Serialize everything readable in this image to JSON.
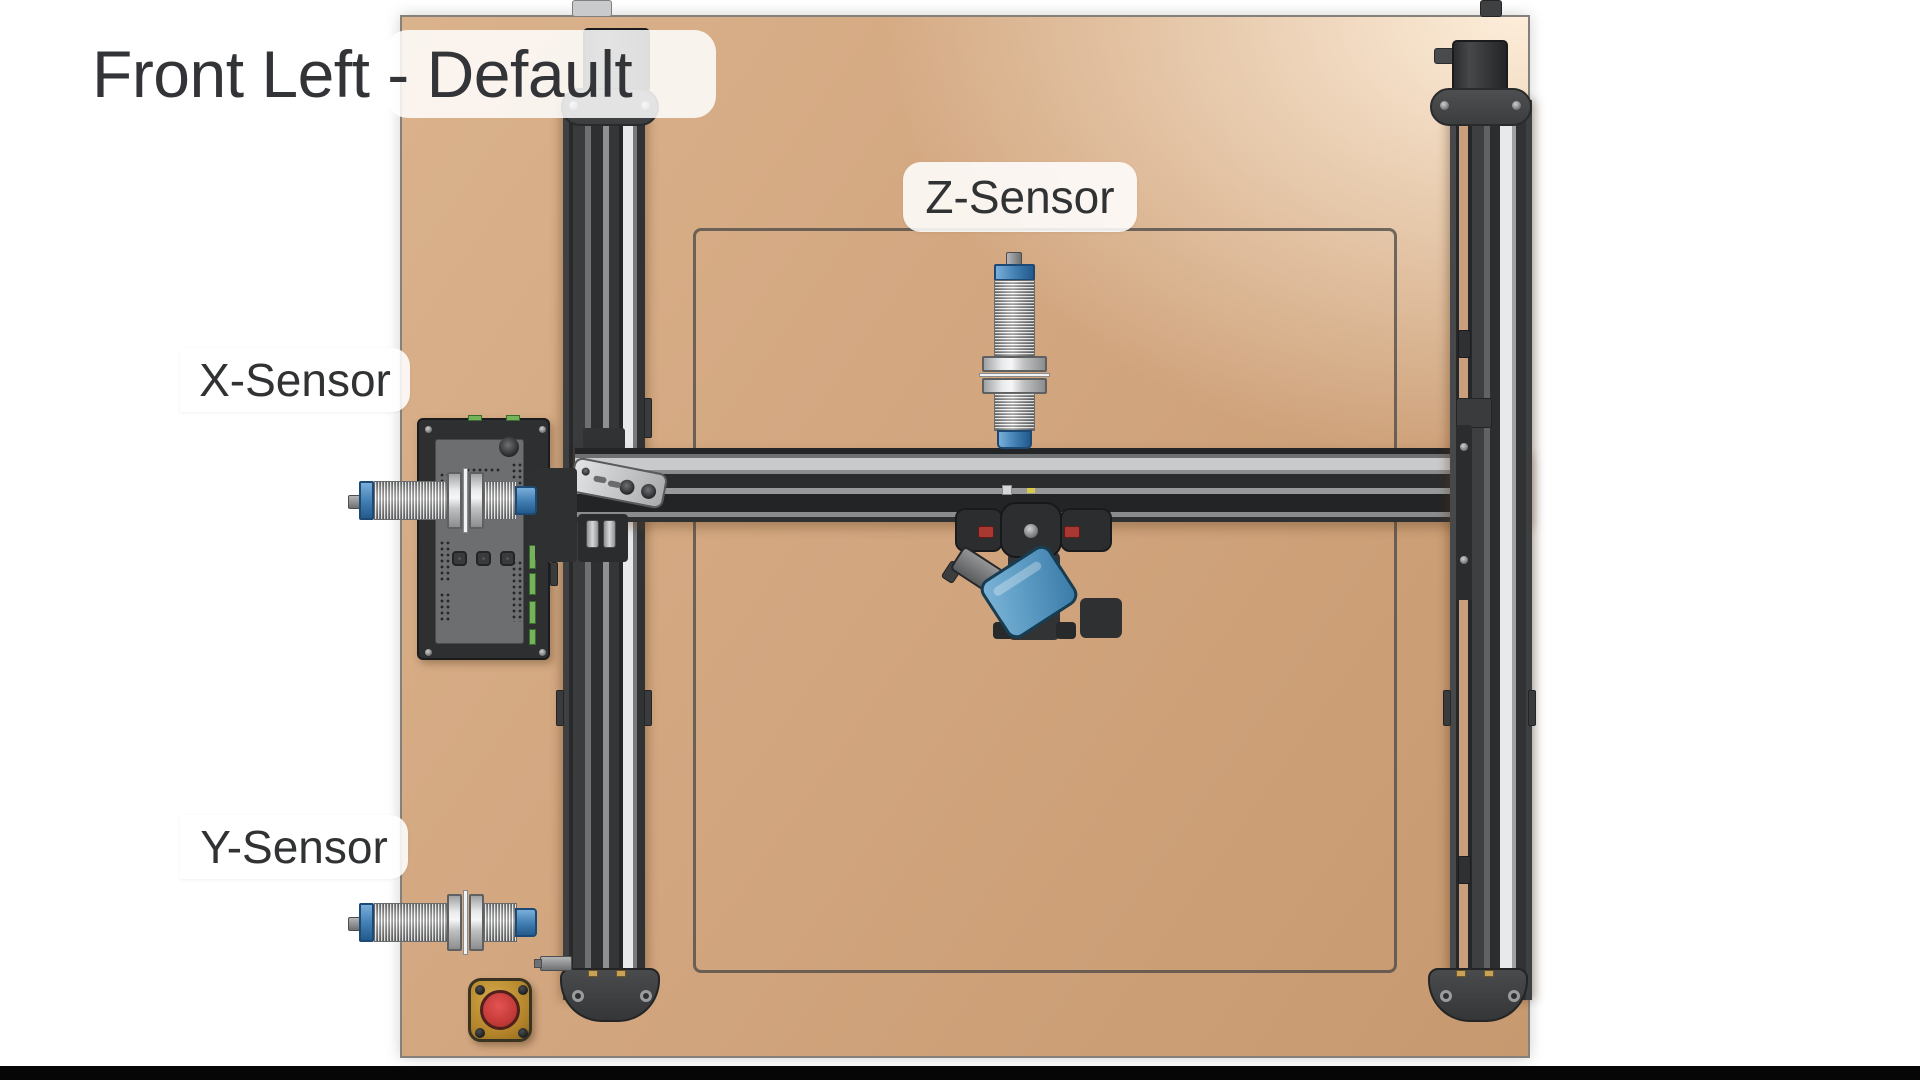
{
  "view": {
    "title": "Front Left - Default"
  },
  "callouts": {
    "z_sensor": "Z-Sensor",
    "x_sensor": "X-Sensor",
    "y_sensor": "Y-Sensor"
  },
  "scene_colors": {
    "page_background": "#ffffff",
    "baseboard": "#d2a67f",
    "baseboard_highlight": "#f6e3cc",
    "rail_dark": "#313234",
    "rail_stripe_light": "#e8e9ea",
    "rail_slot_tan": "#c9a07b",
    "sensor_silver": "#d9dadb",
    "sensor_blue": "#3f7cb0",
    "tool_head_blue": "#5d9cc4",
    "connector_green": "#74b35c",
    "estop_housing": "#b3842a",
    "estop_button": "#c43b38",
    "label_text": "#303234",
    "bottom_bar": "#060606"
  }
}
